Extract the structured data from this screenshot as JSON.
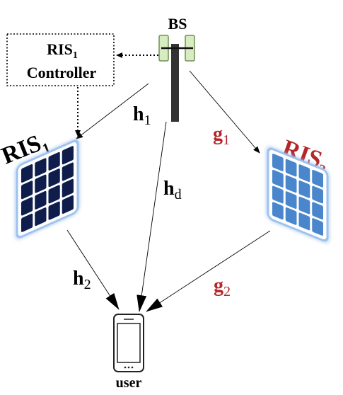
{
  "nodes": {
    "bs": {
      "label": "BS"
    },
    "controller": {
      "line1": "RIS",
      "line1_sub": "1",
      "line2": "Controller"
    },
    "ris1": {
      "label": "RIS",
      "sub": "1",
      "color": "#0f1d4d",
      "glow": "#9ec2ee"
    },
    "ris2": {
      "label": "RIS",
      "sub": "2",
      "color": "#4a86cc",
      "glow": "#9ec2ee",
      "label_color": "#b3262a"
    },
    "user": {
      "label": "user"
    }
  },
  "channels": {
    "h1": {
      "base": "h",
      "sub": "1",
      "color": "#000000"
    },
    "hd": {
      "base": "h",
      "sub": "d",
      "color": "#000000"
    },
    "h2": {
      "base": "h",
      "sub": "2",
      "color": "#000000"
    },
    "g1": {
      "base": "g",
      "sub": "1",
      "color": "#b3262a"
    },
    "g2": {
      "base": "g",
      "sub": "2",
      "color": "#b3262a"
    }
  },
  "colors": {
    "antenna_fill": "#d8ecc2",
    "antenna_stroke": "#6f8f55",
    "mast": "#333333",
    "red_label": "#b3262a"
  }
}
